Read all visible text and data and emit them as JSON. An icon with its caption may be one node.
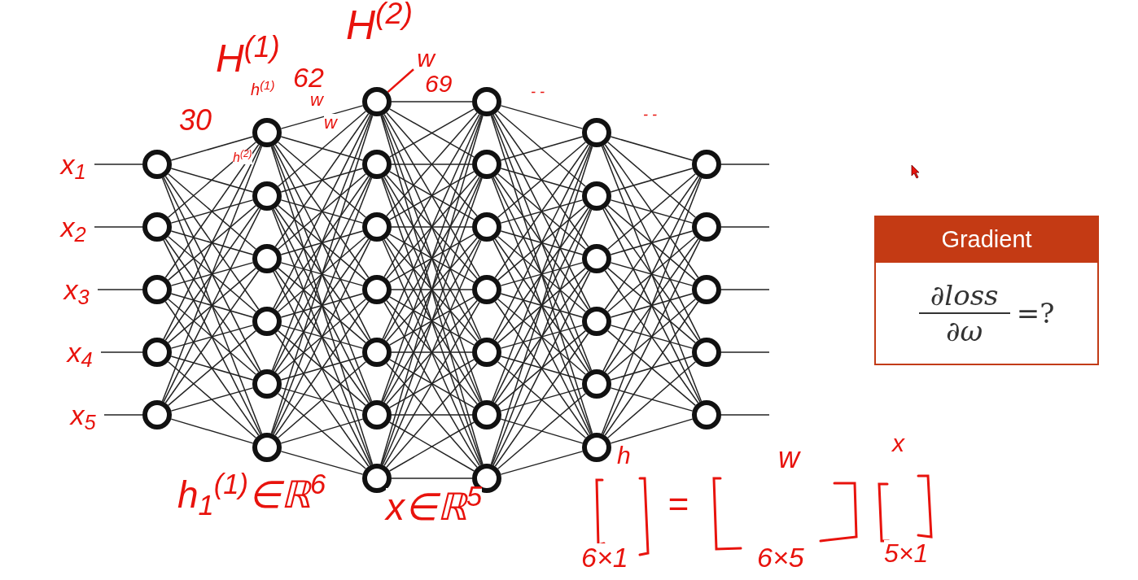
{
  "diagram": {
    "nodes": [
      {
        "text": [
          "x$_{1}$"
        ]
      },
      {
        "text": [
          "x$_{2}$"
        ]
      },
      {
        "text": [
          "x$_{3}$"
        ]
      },
      {
        "text": [
          "x$_{4}$"
        ]
      },
      {
        "text": [
          "x$_{5}$"
        ]
      },
      {
        "text": [],
        "shape": "circle"
      },
      {
        "text": [],
        "shape": "circle"
      },
      {
        "text": [],
        "shape": "circle"
      },
      {
        "text": [],
        "shape": "circle"
      },
      {
        "text": [],
        "shape": "circle"
      },
      {
        "text": [],
        "shape": "circle"
      },
      {
        "text": [],
        "shape": "circle"
      },
      {
        "text": [],
        "shape": "circle"
      },
      {
        "text": [],
        "shape": "circle"
      },
      {
        "text": [],
        "shape": "circle"
      },
      {
        "text": [],
        "shape": "circle"
      },
      {
        "text": [],
        "shape": "circle"
      },
      {
        "text": [],
        "shape": "circle"
      },
      {
        "text": [],
        "shape": "circle"
      },
      {
        "text": [],
        "shape": "circle"
      },
      {
        "text": [],
        "shape": "circle"
      },
      {
        "text": [],
        "shape": "circle"
      },
      {
        "text": [],
        "shape": "circle"
      },
      {
        "text": [],
        "shape": "circle"
      },
      {
        "text": [],
        "shape": "circle"
      },
      {
        "text": [],
        "shape": "circle"
      },
      {
        "text": [],
        "shape": "circle"
      },
      {
        "text": [],
        "shape": "circle"
      },
      {
        "text": [],
        "shape": "circle"
      },
      {
        "text": [],
        "shape": "circle"
      },
      {
        "text": [],
        "shape": "circle"
      },
      {
        "text": [],
        "shape": "circle"
      },
      {
        "text": [],
        "shape": "circle"
      },
      {
        "text": [],
        "shape": "circle"
      },
      {
        "text": [],
        "shape": "circle"
      },
      {
        "text": [],
        "shape": "circle"
      },
      {
        "text": [],
        "shape": "circle"
      },
      {
        "text": [],
        "shape": "circle"
      },
      {
        "text": [],
        "shape": "circle"
      },
      {
        "text": [],
        "shape": "circle"
      },
      {
        "text": [],
        "shape": "circle"
      },
      {
        "text": [
          "Gradient",
          "∂loss",
          "∂ω",
          "=?"
        ]
      },
      {
        "text": [
          "w"
        ]
      }
    ],
    "edges": [
      {
        "from": 0,
        "to": 5,
        "arrow": "none"
      },
      {
        "from": 1,
        "to": 6,
        "arrow": "none"
      },
      {
        "from": 2,
        "to": 7,
        "arrow": "none"
      },
      {
        "from": 3,
        "to": 8,
        "arrow": "none"
      },
      {
        "from": 4,
        "to": 9,
        "arrow": "none"
      },
      {
        "from": 5,
        "to": 10,
        "arrow": "none"
      },
      {
        "from": 5,
        "to": 11,
        "arrow": "none"
      },
      {
        "from": 5,
        "to": 12,
        "arrow": "none"
      },
      {
        "from": 5,
        "to": 13,
        "arrow": "none"
      },
      {
        "from": 5,
        "to": 14,
        "arrow": "none"
      },
      {
        "from": 5,
        "to": 15,
        "arrow": "none"
      },
      {
        "from": 6,
        "to": 10,
        "arrow": "none"
      },
      {
        "from": 6,
        "to": 11,
        "arrow": "none"
      },
      {
        "from": 6,
        "to": 12,
        "arrow": "none"
      },
      {
        "from": 6,
        "to": 13,
        "arrow": "none"
      },
      {
        "from": 6,
        "to": 14,
        "arrow": "none"
      },
      {
        "from": 6,
        "to": 15,
        "arrow": "none"
      },
      {
        "from": 7,
        "to": 10,
        "arrow": "none"
      },
      {
        "from": 7,
        "to": 11,
        "arrow": "none"
      },
      {
        "from": 7,
        "to": 12,
        "arrow": "none"
      },
      {
        "from": 7,
        "to": 13,
        "arrow": "none"
      },
      {
        "from": 7,
        "to": 14,
        "arrow": "none"
      },
      {
        "from": 7,
        "to": 15,
        "arrow": "none"
      },
      {
        "from": 8,
        "to": 10,
        "arrow": "none"
      },
      {
        "from": 8,
        "to": 11,
        "arrow": "none"
      },
      {
        "from": 8,
        "to": 12,
        "arrow": "none"
      },
      {
        "from": 8,
        "to": 13,
        "arrow": "none"
      },
      {
        "from": 8,
        "to": 14,
        "arrow": "none"
      },
      {
        "from": 8,
        "to": 15,
        "arrow": "none"
      },
      {
        "from": 9,
        "to": 10,
        "arrow": "none"
      },
      {
        "from": 9,
        "to": 11,
        "arrow": "none"
      },
      {
        "from": 9,
        "to": 12,
        "arrow": "none"
      },
      {
        "from": 9,
        "to": 13,
        "arrow": "none"
      },
      {
        "from": 9,
        "to": 14,
        "arrow": "none"
      },
      {
        "from": 9,
        "to": 15,
        "arrow": "none"
      },
      {
        "from": 10,
        "to": 16,
        "arrow": "none"
      },
      {
        "from": 10,
        "to": 17,
        "arrow": "none"
      },
      {
        "from": 10,
        "to": 18,
        "arrow": "none"
      },
      {
        "from": 10,
        "to": 19,
        "arrow": "none"
      },
      {
        "from": 10,
        "to": 20,
        "arrow": "none"
      },
      {
        "from": 10,
        "to": 21,
        "arrow": "none"
      },
      {
        "from": 10,
        "to": 22,
        "arrow": "none"
      },
      {
        "from": 11,
        "to": 16,
        "arrow": "none"
      },
      {
        "from": 11,
        "to": 17,
        "arrow": "none"
      },
      {
        "from": 11,
        "to": 18,
        "arrow": "none"
      },
      {
        "from": 11,
        "to": 19,
        "arrow": "none"
      },
      {
        "from": 11,
        "to": 20,
        "arrow": "none"
      },
      {
        "from": 11,
        "to": 21,
        "arrow": "none"
      },
      {
        "from": 11,
        "to": 22,
        "arrow": "none"
      },
      {
        "from": 12,
        "to": 16,
        "arrow": "none"
      },
      {
        "from": 12,
        "to": 17,
        "arrow": "none"
      },
      {
        "from": 12,
        "to": 18,
        "arrow": "none"
      },
      {
        "from": 12,
        "to": 19,
        "arrow": "none"
      },
      {
        "from": 12,
        "to": 20,
        "arrow": "none"
      },
      {
        "from": 12,
        "to": 21,
        "arrow": "none"
      },
      {
        "from": 12,
        "to": 22,
        "arrow": "none"
      },
      {
        "from": 13,
        "to": 16,
        "arrow": "none"
      },
      {
        "from": 13,
        "to": 17,
        "arrow": "none"
      },
      {
        "from": 13,
        "to": 18,
        "arrow": "none"
      },
      {
        "from": 13,
        "to": 19,
        "arrow": "none"
      },
      {
        "from": 13,
        "to": 20,
        "arrow": "none"
      },
      {
        "from": 13,
        "to": 21,
        "arrow": "none"
      },
      {
        "from": 13,
        "to": 22,
        "arrow": "none"
      },
      {
        "from": 14,
        "to": 16,
        "arrow": "none"
      },
      {
        "from": 14,
        "to": 17,
        "arrow": "none"
      },
      {
        "from": 14,
        "to": 18,
        "arrow": "none"
      },
      {
        "from": 14,
        "to": 19,
        "arrow": "none"
      },
      {
        "from": 14,
        "to": 20,
        "arrow": "none"
      },
      {
        "from": 14,
        "to": 21,
        "arrow": "none"
      },
      {
        "from": 14,
        "to": 22,
        "arrow": "none"
      },
      {
        "from": 15,
        "to": 16,
        "arrow": "none"
      },
      {
        "from": 15,
        "to": 17,
        "arrow": "none"
      },
      {
        "from": 15,
        "to": 18,
        "arrow": "none"
      },
      {
        "from": 15,
        "to": 19,
        "arrow": "none"
      },
      {
        "from": 15,
        "to": 20,
        "arrow": "none"
      },
      {
        "from": 15,
        "to": 21,
        "arrow": "none"
      },
      {
        "from": 15,
        "to": 22,
        "arrow": "none"
      },
      {
        "from": 16,
        "to": 23,
        "arrow": "none"
      },
      {
        "from": 16,
        "to": 24,
        "arrow": "none"
      },
      {
        "from": 16,
        "to": 25,
        "arrow": "none"
      },
      {
        "from": 16,
        "to": 26,
        "arrow": "none"
      },
      {
        "from": 16,
        "to": 27,
        "arrow": "none"
      },
      {
        "from": 16,
        "to": 28,
        "arrow": "none"
      },
      {
        "from": 16,
        "to": 29,
        "arrow": "none"
      },
      {
        "from": 17,
        "to": 23,
        "arrow": "none"
      },
      {
        "from": 17,
        "to": 24,
        "arrow": "none"
      },
      {
        "from": 17,
        "to": 25,
        "arrow": "none"
      },
      {
        "from": 17,
        "to": 26,
        "arrow": "none"
      },
      {
        "from": 17,
        "to": 27,
        "arrow": "none"
      },
      {
        "from": 17,
        "to": 28,
        "arrow": "none"
      },
      {
        "from": 17,
        "to": 29,
        "arrow": "none"
      },
      {
        "from": 18,
        "to": 23,
        "arrow": "none"
      },
      {
        "from": 18,
        "to": 24,
        "arrow": "none"
      },
      {
        "from": 18,
        "to": 25,
        "arrow": "none"
      },
      {
        "from": 18,
        "to": 26,
        "arrow": "none"
      },
      {
        "from": 18,
        "to": 27,
        "arrow": "none"
      },
      {
        "from": 18,
        "to": 28,
        "arrow": "none"
      },
      {
        "from": 18,
        "to": 29,
        "arrow": "none"
      },
      {
        "from": 19,
        "to": 23,
        "arrow": "none"
      },
      {
        "from": 19,
        "to": 24,
        "arrow": "none"
      },
      {
        "from": 19,
        "to": 25,
        "arrow": "none"
      },
      {
        "from": 19,
        "to": 26,
        "arrow": "none"
      },
      {
        "from": 19,
        "to": 27,
        "arrow": "none"
      },
      {
        "from": 19,
        "to": 28,
        "arrow": "none"
      },
      {
        "from": 19,
        "to": 29,
        "arrow": "none"
      },
      {
        "from": 20,
        "to": 23,
        "arrow": "none"
      },
      {
        "from": 20,
        "to": 24,
        "arrow": "none"
      },
      {
        "from": 20,
        "to": 25,
        "arrow": "none"
      },
      {
        "from": 20,
        "to": 26,
        "arrow": "none"
      },
      {
        "from": 20,
        "to": 27,
        "arrow": "none"
      },
      {
        "from": 20,
        "to": 28,
        "arrow": "none"
      },
      {
        "from": 20,
        "to": 29,
        "arrow": "none"
      },
      {
        "from": 21,
        "to": 23,
        "arrow": "none"
      },
      {
        "from": 21,
        "to": 24,
        "arrow": "none"
      },
      {
        "from": 21,
        "to": 25,
        "arrow": "none"
      },
      {
        "from": 21,
        "to": 26,
        "arrow": "none"
      },
      {
        "from": 21,
        "to": 27,
        "arrow": "none"
      },
      {
        "from": 21,
        "to": 28,
        "arrow": "none"
      },
      {
        "from": 21,
        "to": 29,
        "arrow": "none"
      },
      {
        "from": 22,
        "to": 23,
        "arrow": "none"
      },
      {
        "from": 22,
        "to": 24,
        "arrow": "none"
      },
      {
        "from": 22,
        "to": 25,
        "arrow": "none"
      },
      {
        "from": 22,
        "to": 26,
        "arrow": "none"
      },
      {
        "from": 22,
        "to": 27,
        "arrow": "none"
      },
      {
        "from": 22,
        "to": 28,
        "arrow": "none"
      },
      {
        "from": 22,
        "to": 29,
        "arrow": "none"
      },
      {
        "from": 23,
        "to": 30,
        "arrow": "none"
      },
      {
        "from": 23,
        "to": 31,
        "arrow": "none"
      },
      {
        "from": 23,
        "to": 32,
        "arrow": "none"
      },
      {
        "from": 23,
        "to": 33,
        "arrow": "none"
      },
      {
        "from": 23,
        "to": 34,
        "arrow": "none"
      },
      {
        "from": 23,
        "to": 35,
        "arrow": "none"
      },
      {
        "from": 24,
        "to": 30,
        "arrow": "none"
      },
      {
        "from": 24,
        "to": 31,
        "arrow": "none"
      },
      {
        "from": 24,
        "to": 32,
        "arrow": "none"
      },
      {
        "from": 24,
        "to": 33,
        "arrow": "none"
      },
      {
        "from": 24,
        "to": 34,
        "arrow": "none"
      },
      {
        "from": 24,
        "to": 35,
        "arrow": "none"
      },
      {
        "from": 25,
        "to": 30,
        "arrow": "none"
      },
      {
        "from": 25,
        "to": 31,
        "arrow": "none"
      },
      {
        "from": 25,
        "to": 32,
        "arrow": "none"
      },
      {
        "from": 25,
        "to": 33,
        "arrow": "none"
      },
      {
        "from": 25,
        "to": 34,
        "arrow": "none"
      },
      {
        "from": 25,
        "to": 35,
        "arrow": "none"
      },
      {
        "from": 26,
        "to": 30,
        "arrow": "none"
      },
      {
        "from": 26,
        "to": 31,
        "arrow": "none"
      },
      {
        "from": 26,
        "to": 32,
        "arrow": "none"
      },
      {
        "from": 26,
        "to": 33,
        "arrow": "none"
      },
      {
        "from": 26,
        "to": 34,
        "arrow": "none"
      },
      {
        "from": 26,
        "to": 35,
        "arrow": "none"
      },
      {
        "from": 27,
        "to": 30,
        "arrow": "none"
      },
      {
        "from": 27,
        "to": 31,
        "arrow": "none"
      },
      {
        "from": 27,
        "to": 32,
        "arrow": "none"
      },
      {
        "from": 27,
        "to": 33,
        "arrow": "none"
      },
      {
        "from": 27,
        "to": 34,
        "arrow": "none"
      },
      {
        "from": 27,
        "to": 35,
        "arrow": "none"
      },
      {
        "from": 28,
        "to": 30,
        "arrow": "none"
      },
      {
        "from": 28,
        "to": 31,
        "arrow": "none"
      },
      {
        "from": 28,
        "to": 32,
        "arrow": "none"
      },
      {
        "from": 28,
        "to": 33,
        "arrow": "none"
      },
      {
        "from": 28,
        "to": 34,
        "arrow": "none"
      },
      {
        "from": 28,
        "to": 35,
        "arrow": "none"
      },
      {
        "from": 29,
        "to": 30,
        "arrow": "none"
      },
      {
        "from": 29,
        "to": 31,
        "arrow": "none"
      },
      {
        "from": 29,
        "to": 32,
        "arrow": "none"
      },
      {
        "from": 29,
        "to": 33,
        "arrow": "none"
      },
      {
        "from": 29,
        "to": 34,
        "arrow": "none"
      },
      {
        "from": 29,
        "to": 35,
        "arrow": "none"
      },
      {
        "from": 30,
        "to": 36,
        "arrow": "none"
      },
      {
        "from": 30,
        "to": 37,
        "arrow": "none"
      },
      {
        "from": 30,
        "to": 38,
        "arrow": "none"
      },
      {
        "from": 30,
        "to": 39,
        "arrow": "none"
      },
      {
        "from": 30,
        "to": 40,
        "arrow": "none"
      },
      {
        "from": 31,
        "to": 36,
        "arrow": "none"
      },
      {
        "from": 31,
        "to": 37,
        "arrow": "none"
      },
      {
        "from": 31,
        "to": 38,
        "arrow": "none"
      },
      {
        "from": 31,
        "to": 39,
        "arrow": "none"
      },
      {
        "from": 31,
        "to": 40,
        "arrow": "none"
      },
      {
        "from": 32,
        "to": 36,
        "arrow": "none"
      },
      {
        "from": 32,
        "to": 37,
        "arrow": "none"
      },
      {
        "from": 32,
        "to": 38,
        "arrow": "none"
      },
      {
        "from": 32,
        "to": 39,
        "arrow": "none"
      },
      {
        "from": 32,
        "to": 40,
        "arrow": "none"
      },
      {
        "from": 33,
        "to": 36,
        "arrow": "none"
      },
      {
        "from": 33,
        "to": 37,
        "arrow": "none"
      },
      {
        "from": 33,
        "to": 38,
        "arrow": "none"
      },
      {
        "from": 33,
        "to": 39,
        "arrow": "none"
      },
      {
        "from": 33,
        "to": 40,
        "arrow": "none"
      },
      {
        "from": 34,
        "to": 36,
        "arrow": "none"
      },
      {
        "from": 34,
        "to": 37,
        "arrow": "none"
      },
      {
        "from": 34,
        "to": 38,
        "arrow": "none"
      },
      {
        "from": 34,
        "to": 39,
        "arrow": "none"
      },
      {
        "from": 34,
        "to": 40,
        "arrow": "none"
      },
      {
        "from": 35,
        "to": 36,
        "arrow": "none"
      },
      {
        "from": 35,
        "to": 37,
        "arrow": "none"
      },
      {
        "from": 35,
        "to": 38,
        "arrow": "none"
      },
      {
        "from": 35,
        "to": 39,
        "arrow": "none"
      },
      {
        "from": 35,
        "to": 40,
        "arrow": "none"
      },
      {
        "from": 36,
        "to": null,
        "arrow": "none"
      },
      {
        "from": 37,
        "to": null,
        "arrow": "none"
      },
      {
        "from": 38,
        "to": null,
        "arrow": "none"
      },
      {
        "from": 39,
        "to": null,
        "arrow": "none"
      },
      {
        "from": 40,
        "to": null,
        "arrow": "none"
      },
      {
        "from": 42,
        "to": 16,
        "arrow": "none",
        "color": "#e8130d"
      }
    ],
    "labels": [
      "H$^{(2)}$",
      "H$^{(1)}$",
      "h$^{(1)}$",
      "62",
      "w",
      "30",
      "w",
      "69",
      "- -",
      "- -",
      "h$^{(2)}$",
      "h$_{1}$$^{(1)}$∈ℝ$^{6}$",
      "x∈ℝ$^{5}$",
      "h",
      "w",
      "x",
      "=",
      "6×1",
      "6×5",
      "5×1"
    ]
  }
}
